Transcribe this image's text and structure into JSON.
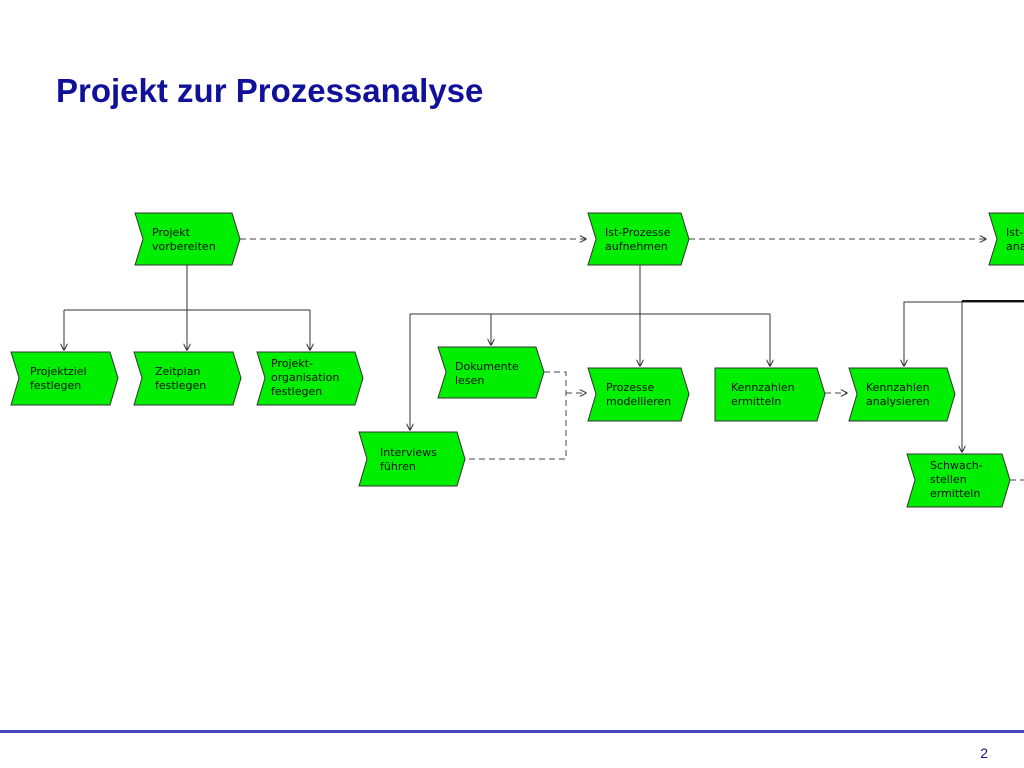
{
  "slide": {
    "title": "Projekt zur Prozessanalyse",
    "page_number": "2"
  },
  "diagram": {
    "node_color": "#00ee00",
    "title_color": "#10109a",
    "nodes": {
      "projekt_vorbereiten": {
        "lines": [
          "Projekt",
          "vorbereiten"
        ]
      },
      "ist_prozesse_aufnehmen": {
        "lines": [
          "Ist-Prozesse",
          "aufnehmen"
        ]
      },
      "ist_analysieren_partial": {
        "lines": [
          "Ist-",
          "ana"
        ]
      },
      "projektziel_festlegen": {
        "lines": [
          "Projektziel",
          "festlegen"
        ]
      },
      "zeitplan_festlegen": {
        "lines": [
          "Zeitplan",
          "festlegen"
        ]
      },
      "projektorganisation_festlegen": {
        "lines": [
          "Projekt-",
          "organisation",
          "festlegen"
        ]
      },
      "dokumente_lesen": {
        "lines": [
          "Dokumente",
          "lesen"
        ]
      },
      "prozesse_modellieren": {
        "lines": [
          "Prozesse",
          "modellieren"
        ]
      },
      "kennzahlen_ermitteln": {
        "lines": [
          "Kennzahlen",
          "ermitteln"
        ]
      },
      "kennzahlen_analysieren": {
        "lines": [
          "Kennzahlen",
          "analysieren"
        ]
      },
      "interviews_fuehren": {
        "lines": [
          "Interviews",
          "führen"
        ]
      },
      "schwachstellen_ermitteln": {
        "lines": [
          "Schwach-",
          "stellen",
          "ermitteln"
        ]
      }
    }
  }
}
